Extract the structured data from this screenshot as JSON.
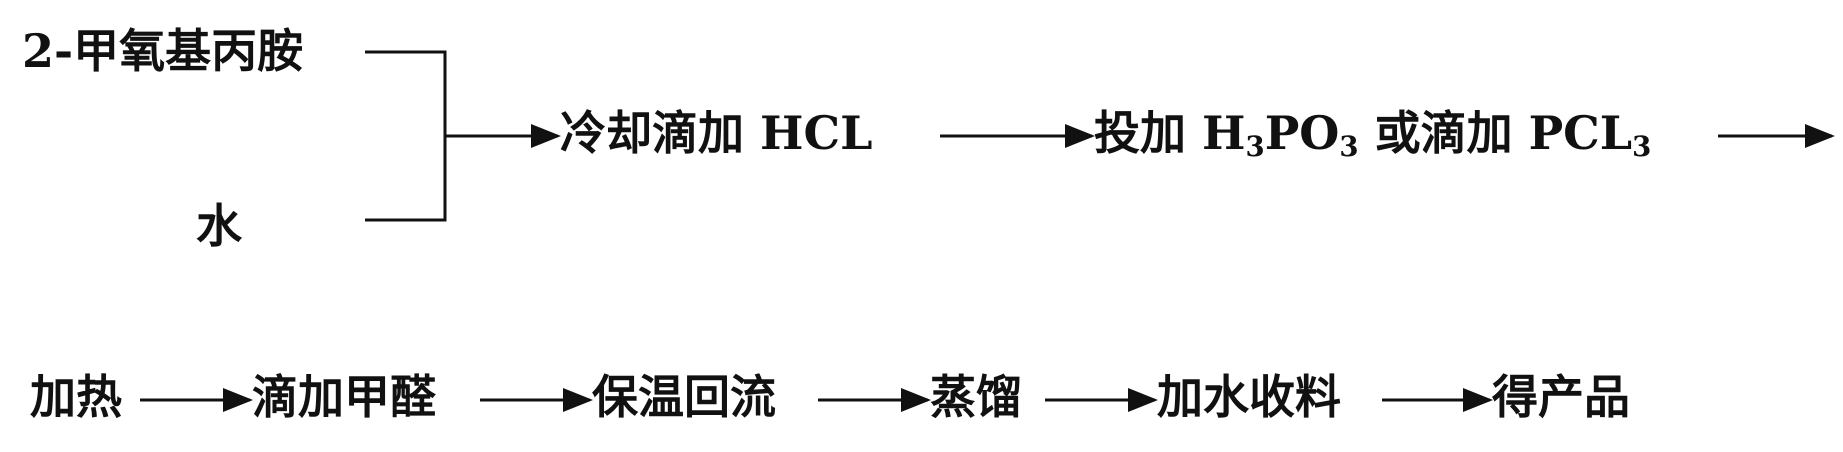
{
  "diagram": {
    "inputs": {
      "reagent_a": "2-甲氧基丙胺",
      "reagent_b": "水"
    },
    "row1": {
      "step1": "冷却滴加 HCL",
      "step2": {
        "prefix": "投加 H",
        "sub1": "3",
        "mid": "PO",
        "sub2": "3",
        "suffix": " 或滴加 PCL",
        "sub3": "3"
      }
    },
    "row2": {
      "steps": [
        "加热",
        "滴加甲醛",
        "保温回流",
        "蒸馏",
        "加水收料",
        "得产品"
      ]
    },
    "colors": {
      "ink": "#111111",
      "background": "#ffffff"
    }
  }
}
